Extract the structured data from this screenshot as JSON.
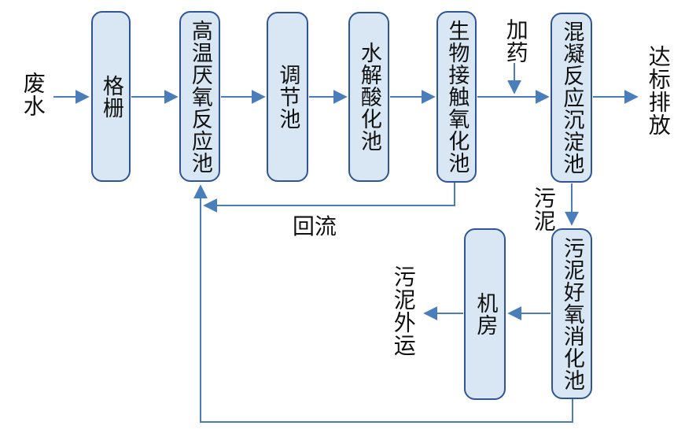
{
  "diagram": {
    "type": "flowchart",
    "subject": "wastewater-treatment-process",
    "colors": {
      "node_fill": "#d9e6f4",
      "node_border": "#2f5597",
      "connector": "#4a7ebb",
      "text": "#111111",
      "background": "#ffffff"
    },
    "nodes": {
      "grid": "格栅",
      "anaerobic": "高温厌氧反应池",
      "regulation": "调节池",
      "hydrolysis": "水解酸化池",
      "bio_contact": "生物接触氧化池",
      "coagulation": "混凝反应沉淀池",
      "sludge_digestion": "污泥好氧消化池",
      "machine_room": "机房"
    },
    "labels": {
      "influent": "废水",
      "effluent": "达标排放",
      "dosing": "加药",
      "sludge": "污泥",
      "reflux": "回流",
      "sludge_out": "污泥外运"
    },
    "edges": [
      {
        "from": "influent",
        "to": "grid"
      },
      {
        "from": "grid",
        "to": "anaerobic"
      },
      {
        "from": "anaerobic",
        "to": "regulation"
      },
      {
        "from": "regulation",
        "to": "hydrolysis"
      },
      {
        "from": "hydrolysis",
        "to": "bio_contact"
      },
      {
        "from": "bio_contact",
        "to": "coagulation"
      },
      {
        "from": "dosing",
        "to": "bio_contact_coagulation_line"
      },
      {
        "from": "coagulation",
        "to": "effluent"
      },
      {
        "from": "coagulation",
        "to": "sludge_digestion",
        "label": "污泥"
      },
      {
        "from": "sludge_digestion",
        "to": "machine_room"
      },
      {
        "from": "machine_room",
        "to": "sludge_out"
      },
      {
        "from": "bio_contact",
        "to": "anaerobic",
        "label": "回流"
      },
      {
        "from": "sludge_digestion",
        "to": "anaerobic"
      }
    ]
  }
}
